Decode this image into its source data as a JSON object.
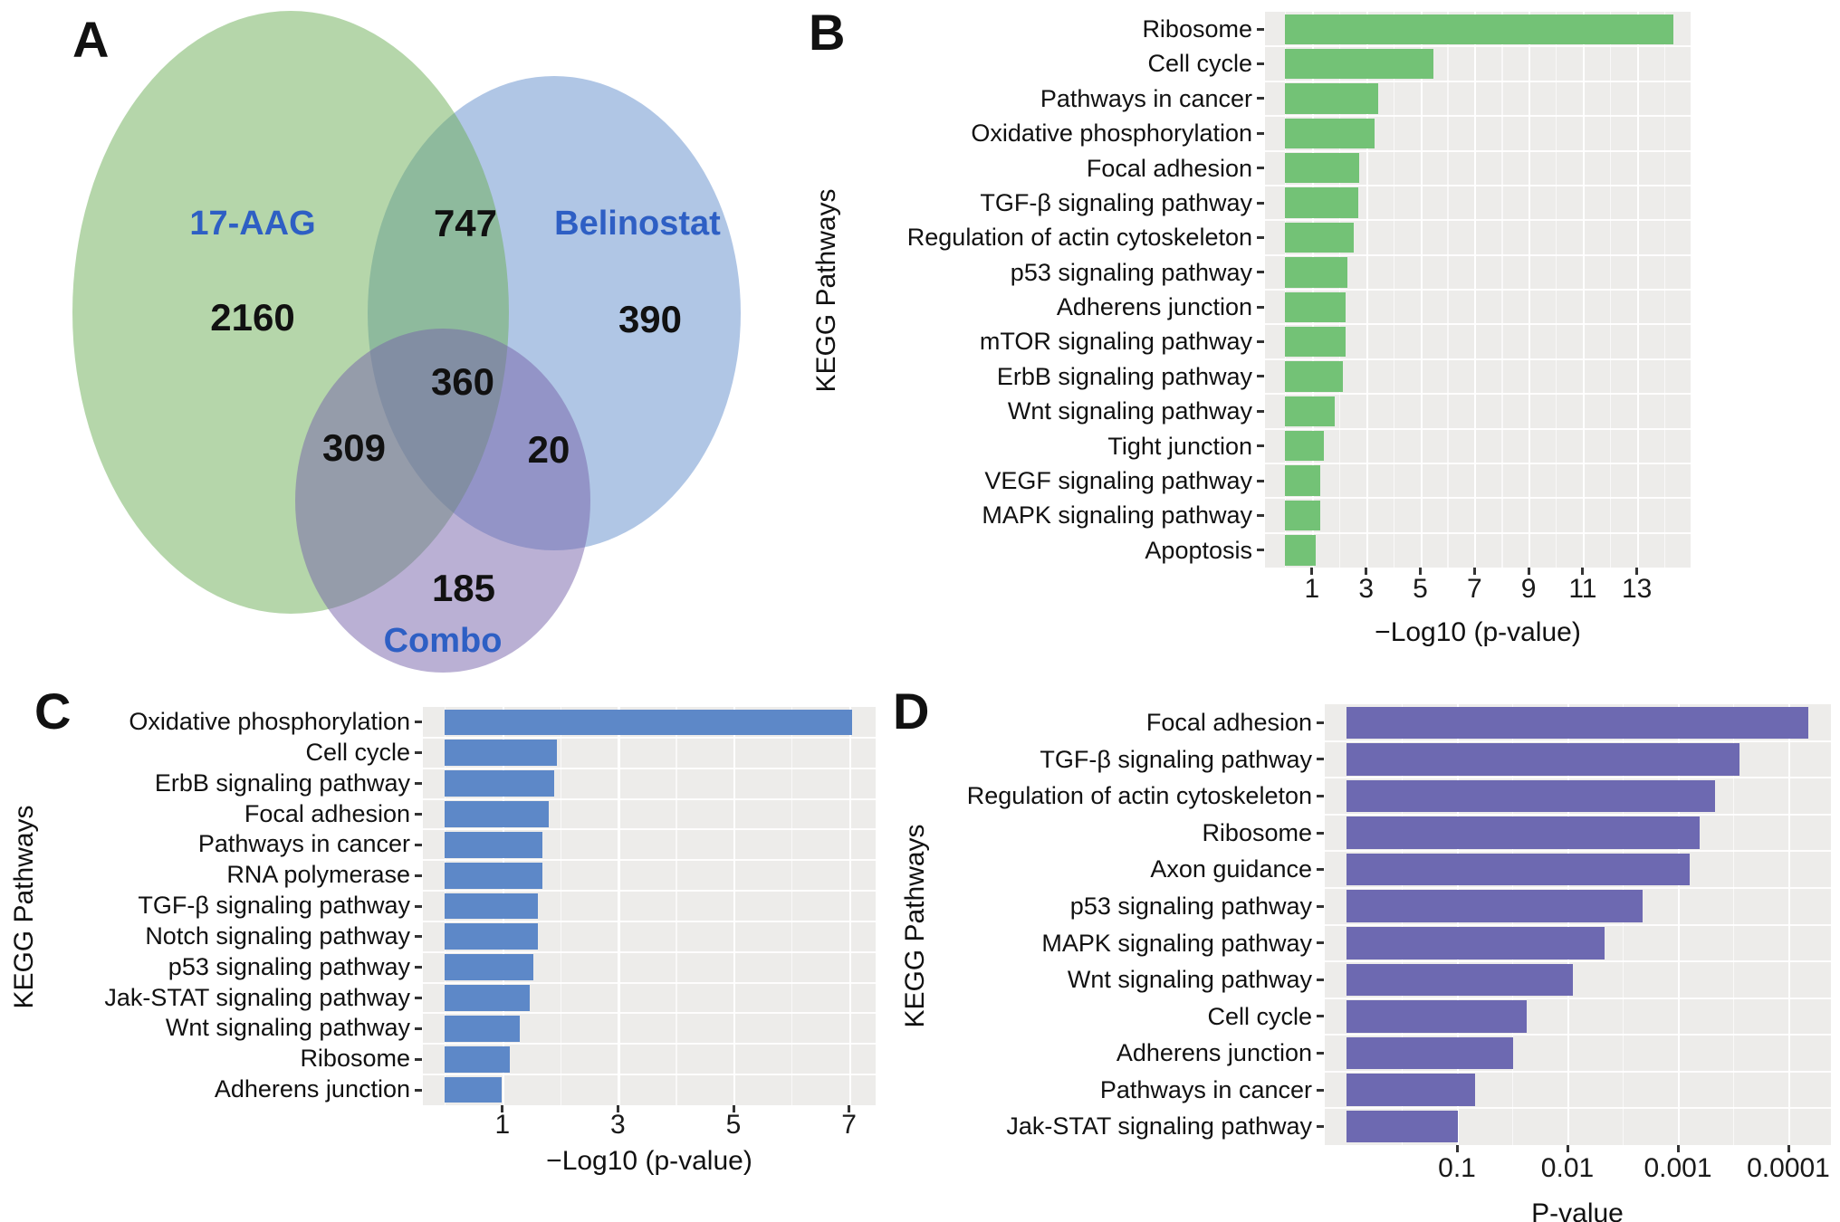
{
  "panels": {
    "a_letter": "A",
    "b_letter": "B",
    "c_letter": "C",
    "d_letter": "D"
  },
  "venn": {
    "labels": {
      "set1": "17-AAG",
      "set2": "Belinostat",
      "set3": "Combo"
    },
    "counts": {
      "set1_only": "2160",
      "set1_set2": "747",
      "set2_only": "390",
      "all_three": "360",
      "set1_set3": "309",
      "set2_set3": "20",
      "set3_only": "185"
    },
    "colors": {
      "set1": "#6bad55",
      "set2": "#618dcb",
      "set3": "#7561a9",
      "name_text": "#2e5fc4",
      "count_text": "#111111"
    }
  },
  "chart_data": [
    {
      "id": "panel-b",
      "type": "bar",
      "orientation": "horizontal",
      "title": "",
      "ylabel": "KEGG Pathways",
      "xlabel": "−Log10 (p-value)",
      "bar_color": "#73c276",
      "panel_bg": "#edecea",
      "grid": true,
      "xlim": [
        0,
        15.1
      ],
      "categories": [
        "Ribosome",
        "Cell cycle",
        "Pathways in cancer",
        "Oxidative phosphorylation",
        "Focal adhesion",
        "TGF-β signaling pathway",
        "Regulation of actin cytoskeleton",
        "p53 signaling pathway",
        "Adherens junction",
        "mTOR signaling pathway",
        "ErbB signaling pathway",
        "Wnt signaling pathway",
        "Tight junction",
        "VEGF signaling pathway",
        "MAPK signaling pathway",
        "Apoptosis"
      ],
      "values": [
        14.35,
        5.5,
        3.45,
        3.3,
        2.75,
        2.7,
        2.55,
        2.3,
        2.25,
        2.25,
        2.15,
        1.85,
        1.45,
        1.3,
        1.3,
        1.15
      ],
      "xticks": {
        "values": [
          1,
          3,
          5,
          7,
          9,
          11,
          13
        ],
        "labels": [
          "1",
          "3",
          "5",
          "7",
          "9",
          "11",
          "13"
        ]
      }
    },
    {
      "id": "panel-c",
      "type": "bar",
      "orientation": "horizontal",
      "title": "",
      "ylabel": "KEGG Pathways",
      "xlabel": "−Log10 (p-value)",
      "bar_color": "#5d88c8",
      "panel_bg": "#edecea",
      "grid": true,
      "xlim": [
        0,
        7.45
      ],
      "categories": [
        "Oxidative phosphorylation",
        "Cell cycle",
        "ErbB signaling pathway",
        "Focal adhesion",
        "Pathways in cancer",
        "RNA polymerase",
        "TGF-β signaling pathway",
        "Notch signaling pathway",
        "p53 signaling pathway",
        "Jak-STAT signaling pathway",
        "Wnt signaling pathway",
        "Ribosome",
        "Adherens junction"
      ],
      "values": [
        7.05,
        1.94,
        1.89,
        1.81,
        1.69,
        1.69,
        1.61,
        1.61,
        1.53,
        1.47,
        1.3,
        1.13,
        0.99
      ],
      "xticks": {
        "values": [
          1,
          3,
          5,
          7
        ],
        "labels": [
          "1",
          "3",
          "5",
          "7"
        ]
      }
    },
    {
      "id": "panel-d",
      "type": "bar",
      "orientation": "horizontal",
      "title": "",
      "ylabel": "KEGG Pathways",
      "xlabel": "P-value",
      "bar_color": "#6d69b1",
      "panel_bg": "#edecea",
      "grid": true,
      "scale": "log10-reversed",
      "values_unit": "-log10(p-value)",
      "xlim": [
        0,
        4.4
      ],
      "categories": [
        "Focal adhesion",
        "TGF-β signaling pathway",
        "Regulation of actin cytoskeleton",
        "Ribosome",
        "Axon guidance",
        "p53 signaling pathway",
        "MAPK signaling pathway",
        "Wnt signaling pathway",
        "Cell cycle",
        "Adherens junction",
        "Pathways in cancer",
        "Jak-STAT signaling pathway"
      ],
      "values": [
        4.18,
        3.56,
        3.34,
        3.2,
        3.11,
        2.68,
        2.34,
        2.05,
        1.63,
        1.51,
        1.16,
        1.01
      ],
      "p_values_approx": [
        "6.6e-05",
        "2.8e-04",
        "4.6e-04",
        "6.3e-04",
        "7.8e-04",
        "2.1e-03",
        "4.6e-03",
        "8.9e-03",
        "0.023",
        "0.031",
        "0.069",
        "0.098"
      ],
      "xticks": {
        "values": [
          1,
          2,
          3,
          4
        ],
        "labels": [
          "0.1",
          "0.01",
          "0.001",
          "0.0001"
        ]
      }
    }
  ]
}
